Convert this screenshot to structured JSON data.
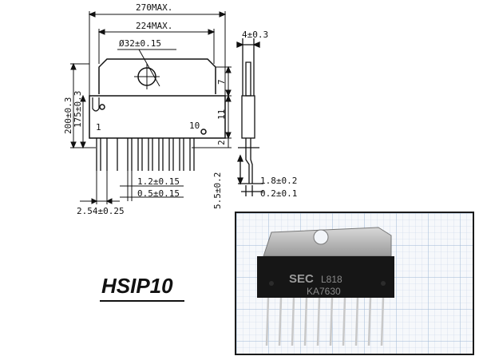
{
  "drawing": {
    "dim_overall_width": "270MAX.",
    "dim_inner_width": "224MAX.",
    "dim_hole": "Ø32±0.15",
    "dim_total_height": "200±0.3",
    "dim_body_height": "175±0.3",
    "dim_right_top": "7",
    "dim_right_mid": "11",
    "dim_right_low": "2",
    "dim_thickness": "4±0.3",
    "dim_lead_width": "1.2±0.15",
    "dim_lead_tip": "0.5±0.15",
    "dim_pitch": "2.54±0.25",
    "dim_lead_length": "5.5±0.2",
    "dim_side_a": "1.8±0.2",
    "dim_side_b": "0.2±0.1",
    "pin_first": "1",
    "pin_last": "10"
  },
  "package": {
    "name": "HSIP10"
  },
  "photo": {
    "marking_brand": "SEC",
    "marking_code": "L818",
    "marking_part": "KA7630"
  },
  "colors": {
    "ink": "#111111",
    "grid": "#9fb7d6",
    "tab": "#b9b9b9",
    "body": "#161616"
  }
}
